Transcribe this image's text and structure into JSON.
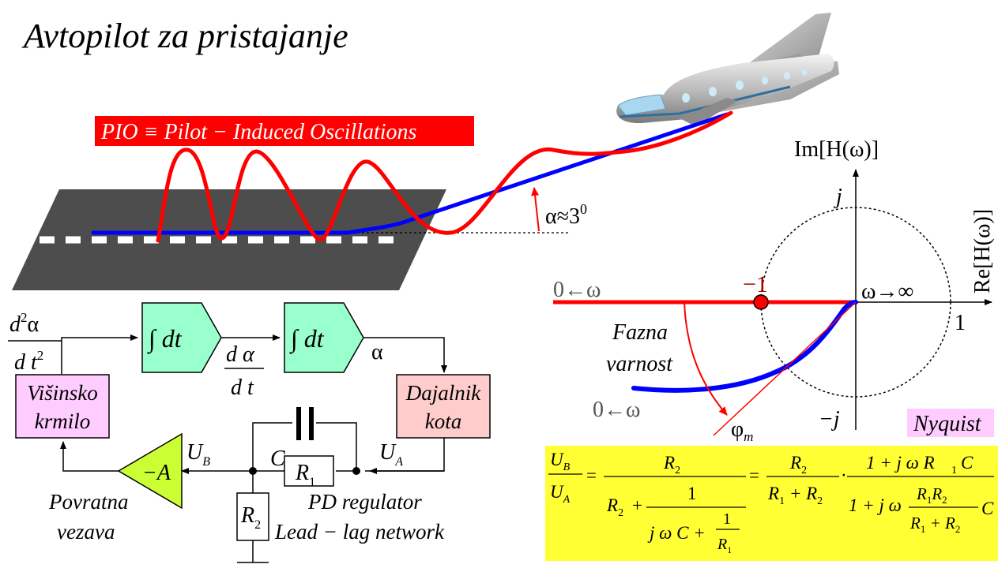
{
  "title": "Avtopilot za pristajanje",
  "pio": {
    "label": "PIO ≡ Pilot − Induced Oscillations"
  },
  "angle_label": "α≈3",
  "angle_sup": "0",
  "nyquist": {
    "im_axis": "Im[H(ω)]",
    "re_axis": "Re[H(ω)]",
    "j_pos": "j",
    "j_neg": "−j",
    "one": "1",
    "minus_one": "−1",
    "omega_inf": "ω→∞",
    "omega_zero_top": "0←ω",
    "omega_zero_bottom": "0←ω",
    "phase_margin_line1": "Fazna",
    "phase_margin_line2": "varnost",
    "phi": "φ",
    "phi_sub": "m",
    "badge": "Nyquist"
  },
  "block_diagram": {
    "d2_num": "d",
    "d2_num_sup": "2",
    "d2_num_tail": "α",
    "d2_den": "d t",
    "d2_den_sup": "2",
    "integrator1": "∫ dt",
    "integrator2": "∫ dt",
    "d1_num": "d α",
    "d1_den": "d t",
    "alpha_out": "α",
    "visinsko_line1": "Višinsko",
    "visinsko_line2": "krmilo",
    "dajalnik_line1": "Dajalnik",
    "dajalnik_line2": "kota",
    "gain": "−A",
    "ub": "U",
    "ub_sub": "B",
    "ua": "U",
    "ua_sub": "A",
    "cap": "C",
    "r1": "R",
    "r1_sub": "1",
    "r2": "R",
    "r2_sub": "2",
    "feedback_line1": "Povratna",
    "feedback_line2": "vezava",
    "pd_line1": "PD regulator",
    "pd_line2": "Lead − lag network"
  },
  "formula": {
    "lhs_num": "U",
    "lhs_num_sub": "B",
    "lhs_den": "U",
    "lhs_den_sub": "A",
    "eq1": "=",
    "f1_num": "R",
    "f1_num_sub": "2",
    "f1_den_a": "R",
    "f1_den_a_sub": "2",
    "f1_den_plus": "+",
    "f1_den_inner_num": "1",
    "f1_den_inner_den": "j ω C +",
    "f1_den_inner_den_frac_num": "1",
    "f1_den_inner_den_frac_den": "R",
    "f1_den_inner_den_frac_den_sub": "1",
    "eq2": "=",
    "f2_num": "R",
    "f2_num_sub": "2",
    "f2_den": "R",
    "f2_den_sub1": "1",
    "f2_den_plus": " + R",
    "f2_den_sub2": "2",
    "dot": "·",
    "f3_num": "1 + j ω R",
    "f3_num_sub": "1",
    "f3_num_tail": "C",
    "f3_den_head": "1 + j ω",
    "f3_den_inner_num": "R",
    "f3_den_inner_num_sub1": "1",
    "f3_den_inner_num_mid": "R",
    "f3_den_inner_num_sub2": "2",
    "f3_den_inner_den": "R",
    "f3_den_inner_den_sub1": "1",
    "f3_den_inner_den_plus": " + R",
    "f3_den_inner_den_sub2": "2",
    "f3_den_tail": "C"
  },
  "colors": {
    "red": "#ff0000",
    "blue": "#0000ff",
    "integrator_fill": "#99ffcc",
    "visinsko_fill": "#ffccff",
    "dajalnik_fill": "#ffcccc",
    "gain_fill": "#ccff33",
    "formula_fill": "#ffff33",
    "runway": "#4d4d4d",
    "nyquist_badge": "#ffccff"
  }
}
